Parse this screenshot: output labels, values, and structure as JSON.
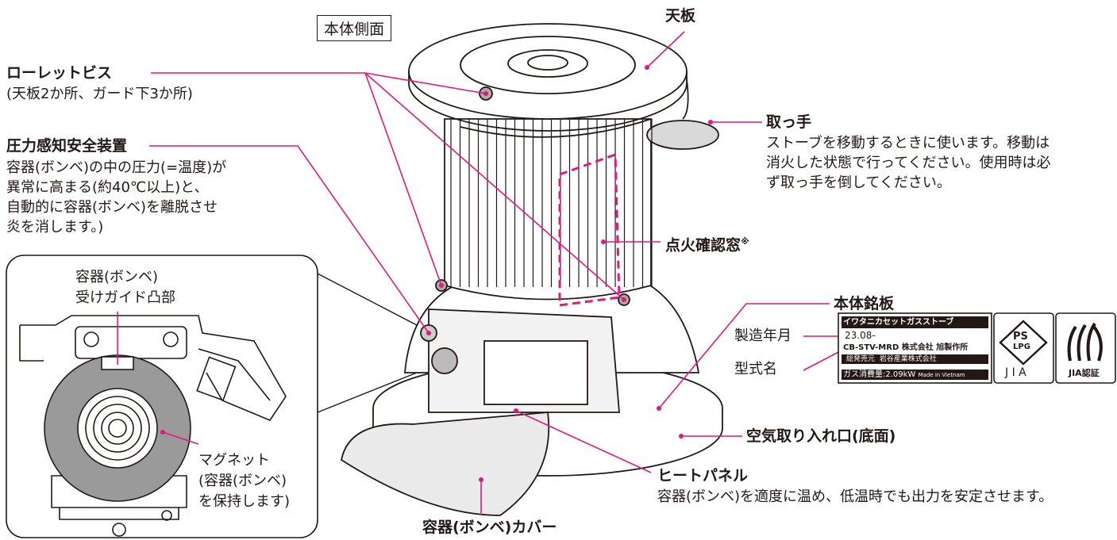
{
  "view_label": "本体側面",
  "labels": {
    "top_plate": "天板",
    "knurled_screw": "ローレットビス",
    "knurled_screw_note": "(天板2か所、ガード下3か所)",
    "pressure_device": "圧力感知安全装置",
    "pressure_device_note": [
      "容器(ボンベ)の中の圧力(=温度)が",
      "異常に高まる(約40℃以上)と、",
      "自動的に容器(ボンベ)を離脱させ",
      "炎を消します。)"
    ],
    "handle": "取っ手",
    "handle_note": [
      "ストーブを移動するときに使います。移動は",
      "消火した状態で行ってください。使用時は必",
      "ず取っ手を倒してください。"
    ],
    "ignition_window": "点火確認窓",
    "ignition_window_mark": "※",
    "nameplate": "本体銘板",
    "manufacture_date": "製造年月",
    "model_name": "型式名",
    "air_intake": "空気取り入れ口(底面)",
    "heat_panel": "ヒートパネル",
    "heat_panel_note": "容器(ボンベ)を適度に温め、低温時でも出力を安定させます。",
    "cylinder_cover": "容器(ボンベ)カバー"
  },
  "inset": {
    "guide_label": [
      "容器(ボンベ)",
      "受けガイド凸部"
    ],
    "magnet_label": [
      "マグネット",
      "(容器(ボンベ)",
      "を保持します)"
    ]
  },
  "nameplate_plate": {
    "header": "イワタニカセットガスストーブ",
    "date": "23.08-",
    "model": "CB-STV-MRD",
    "maker": "株式会社 旭製作所",
    "seller_label": "総発売元",
    "seller": "岩谷産業株式会社",
    "consumption": "ガス消費量:2.09kW",
    "made_in": "Made in Vietnam",
    "ps_mark": [
      "PS",
      "LPG"
    ],
    "jia_left": "J I A",
    "jia_right": "JIA認証"
  },
  "colors": {
    "leader": "#e5177d",
    "ink": "#231815"
  }
}
